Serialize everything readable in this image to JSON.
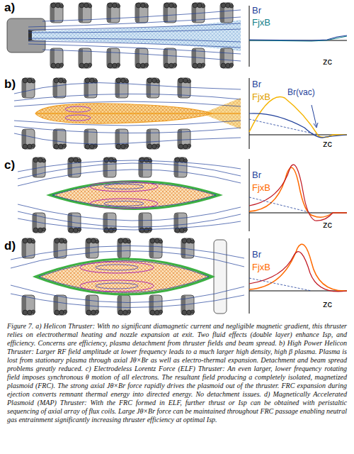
{
  "diagram": {
    "caption": "Figure 7. a) Helicon Thruster: With no significant diamagnetic current and negligible magnetic gradient, this thruster relies on electrothermal heating and nozzle expansion at exit. Two fluid effects (double layer) enhance Isp, and efficiency. Concerns are efficiency, plasma detachment from thruster fields and beam spread. b) High Power Helicon Thruster: Larger RF field amplitude at lower frequency leads to a much larger high density, high β plasma. Plasma is lost from stationary plasma through axial Jθ×Br as well as electro-thermal expansion. Detachment and beam spread problems greatly reduced. c) Electrodeless Lorentz Force (ELF) Thruster: An even larger, lower frequency rotating field imposes synchronous θ motion of all electrons. The resultant field producing a completely isolated, magnetized plasmoid (FRC). The strong axial Jθ×Br force rapidly drives the plasmoid out of the thruster. FRC expansion during ejection converts remnant thermal energy into directed energy. No detachment issues. d) Magnetically Accelerated Plasmoid (MAP) Thruster: With the FRC formed in ELF, further thrust or Isp can be obtained with peristaltic sequencing of axial array of flux coils. Large Jθ×Br force can be maintained throughout FRC passage enabling neutral gas entrainment significantly increasing thruster efficiency at optimal Isp.",
    "labels": [
      "a)",
      "Br",
      "FjxB",
      "zc",
      "b)",
      "Br",
      "FjxB",
      "Br(vac)",
      "zc",
      "c)",
      "Br",
      "FjxB",
      "zc",
      "d)",
      "Br",
      "FjxB",
      "zc"
    ]
  }
}
